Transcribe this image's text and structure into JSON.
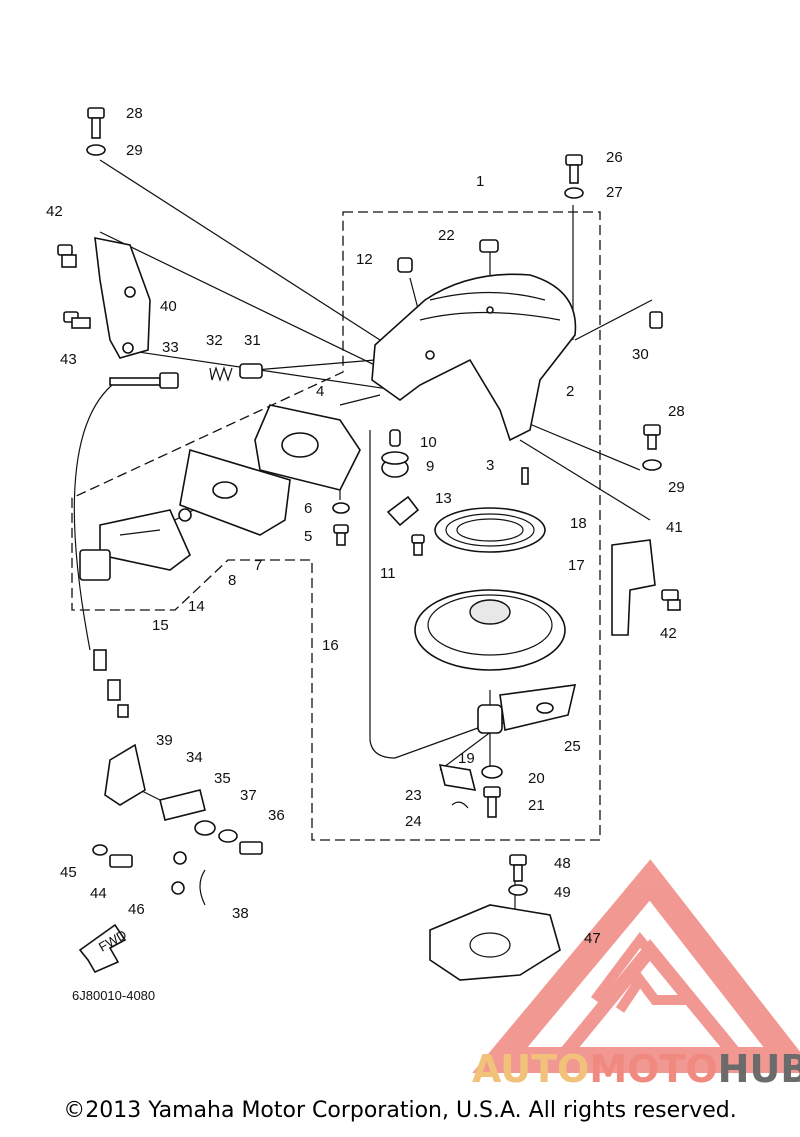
{
  "diagram": {
    "drawing_number": "6J80010-4080",
    "fwd_label": "FWD",
    "callouts": [
      {
        "id": "c1",
        "label": "1"
      },
      {
        "id": "c2",
        "label": "2"
      },
      {
        "id": "c3",
        "label": "3"
      },
      {
        "id": "c4",
        "label": "4"
      },
      {
        "id": "c5",
        "label": "5"
      },
      {
        "id": "c6",
        "label": "6"
      },
      {
        "id": "c7",
        "label": "7"
      },
      {
        "id": "c8",
        "label": "8"
      },
      {
        "id": "c9",
        "label": "9"
      },
      {
        "id": "c10",
        "label": "10"
      },
      {
        "id": "c11",
        "label": "11"
      },
      {
        "id": "c12",
        "label": "12"
      },
      {
        "id": "c13",
        "label": "13"
      },
      {
        "id": "c14",
        "label": "14"
      },
      {
        "id": "c15",
        "label": "15"
      },
      {
        "id": "c16",
        "label": "16"
      },
      {
        "id": "c17",
        "label": "17"
      },
      {
        "id": "c18",
        "label": "18"
      },
      {
        "id": "c19",
        "label": "19"
      },
      {
        "id": "c20",
        "label": "20"
      },
      {
        "id": "c21",
        "label": "21"
      },
      {
        "id": "c22",
        "label": "22"
      },
      {
        "id": "c23",
        "label": "23"
      },
      {
        "id": "c24",
        "label": "24"
      },
      {
        "id": "c25",
        "label": "25"
      },
      {
        "id": "c26",
        "label": "26"
      },
      {
        "id": "c27",
        "label": "27"
      },
      {
        "id": "c28a",
        "label": "28"
      },
      {
        "id": "c28b",
        "label": "28"
      },
      {
        "id": "c29a",
        "label": "29"
      },
      {
        "id": "c29b",
        "label": "29"
      },
      {
        "id": "c30",
        "label": "30"
      },
      {
        "id": "c31",
        "label": "31"
      },
      {
        "id": "c32",
        "label": "32"
      },
      {
        "id": "c33",
        "label": "33"
      },
      {
        "id": "c34",
        "label": "34"
      },
      {
        "id": "c35",
        "label": "35"
      },
      {
        "id": "c36",
        "label": "36"
      },
      {
        "id": "c37",
        "label": "37"
      },
      {
        "id": "c38",
        "label": "38"
      },
      {
        "id": "c39",
        "label": "39"
      },
      {
        "id": "c40",
        "label": "40"
      },
      {
        "id": "c41",
        "label": "41"
      },
      {
        "id": "c42a",
        "label": "42"
      },
      {
        "id": "c42b",
        "label": "42"
      },
      {
        "id": "c43",
        "label": "43"
      },
      {
        "id": "c44",
        "label": "44"
      },
      {
        "id": "c45",
        "label": "45"
      },
      {
        "id": "c46",
        "label": "46"
      },
      {
        "id": "c47",
        "label": "47"
      },
      {
        "id": "c48",
        "label": "48"
      },
      {
        "id": "c49",
        "label": "49"
      }
    ]
  },
  "watermark": {
    "part1": "AUTO",
    "part2": "MOTO",
    "part3": "HUB",
    "color1": "#f3c27a",
    "color2": "#f08a80",
    "color3": "#6b6b6b",
    "logo_color": "#e8453c"
  },
  "copyright": "©2013 Yamaha Motor Corporation, U.S.A. All rights reserved."
}
